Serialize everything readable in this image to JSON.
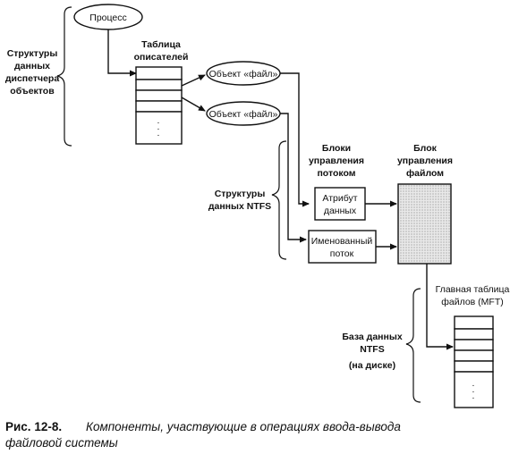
{
  "diagram": {
    "process": "Процесс",
    "handle_table": [
      "Таблица",
      "описателей"
    ],
    "file_object_1": "Объект «файл»",
    "file_object_2": "Объект «файл»",
    "object_manager_structs": [
      "Структуры",
      "данных",
      "диспетчера",
      "объектов"
    ],
    "stream_control_blocks": [
      "Блоки",
      "управления",
      "потоком"
    ],
    "file_control_block": [
      "Блок",
      "управления",
      "файлом"
    ],
    "ntfs_structs": [
      "Структуры",
      "данных NTFS"
    ],
    "data_attribute": [
      "Атрибут",
      "данных"
    ],
    "named_stream": [
      "Именованный",
      "поток"
    ],
    "mft": [
      "Главная таблица",
      "файлов (MFT)"
    ],
    "ntfs_db": [
      "База данных",
      "NTFS",
      "(на диске)"
    ],
    "table_dots": ".",
    "mft_dots": "."
  },
  "caption": {
    "number": "Рис. 12-8.",
    "text_line1": "Компоненты, участвующие в операциях ввода-вывода",
    "text_line2": "файловой системы"
  }
}
